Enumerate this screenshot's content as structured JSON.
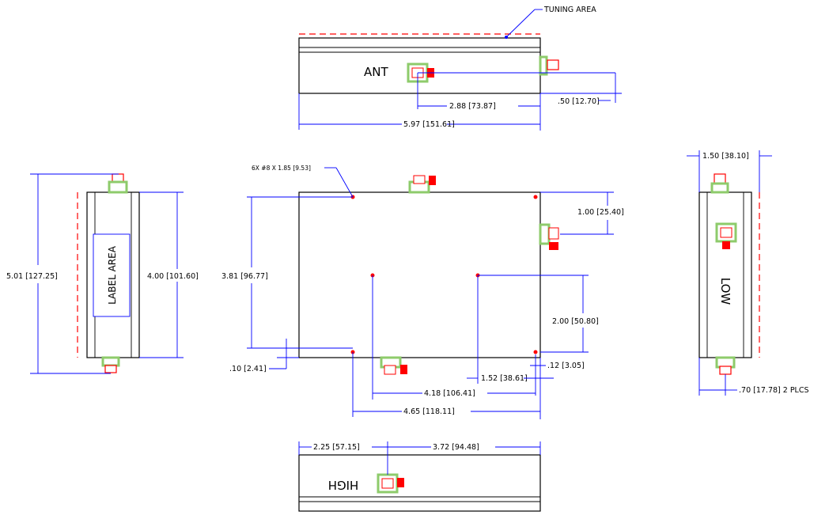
{
  "colors": {
    "outline": "#000000",
    "dimension": "#0000ff",
    "connector_body": "#8ecb6b",
    "connector_accent": "#ff0000",
    "hidden_edge": "#ff0000"
  },
  "top_view": {
    "callout": "TUNING AREA",
    "port_label": "ANT",
    "dim_connector": "2.88 [73.87]",
    "dim_height": ".50 [12.70]",
    "dim_width": "5.97 [151.61]"
  },
  "left_view": {
    "label_area": "LABEL AREA",
    "dim_overall": "5.01 [127.25]",
    "dim_body": "4.00 [101.60]"
  },
  "front_view": {
    "hole_callout": "6X #8 X 1.85 [9.53]",
    "dim_hole_height": "3.81 [96.77]",
    "dim_connector_offset": "1.00 [25.40]",
    "dim_hole_offset": "2.00 [50.80]",
    "dim_edge": ".10 [2.41]",
    "dim_small": "1.52 [38.61]",
    "dim_edge2": ".12 [3.05]",
    "dim_hole_spacing": "4.18 [106.41]",
    "dim_overall": "4.65 [118.11]"
  },
  "right_view": {
    "port_label": "LOW",
    "dim_width": "1.50 [38.10]",
    "dim_connector": ".70 [17.78] 2 PLCS"
  },
  "bottom_view": {
    "port_label": "HIGH",
    "dim_left": "2.25 [57.15]",
    "dim_right": "3.72 [94.48]"
  }
}
